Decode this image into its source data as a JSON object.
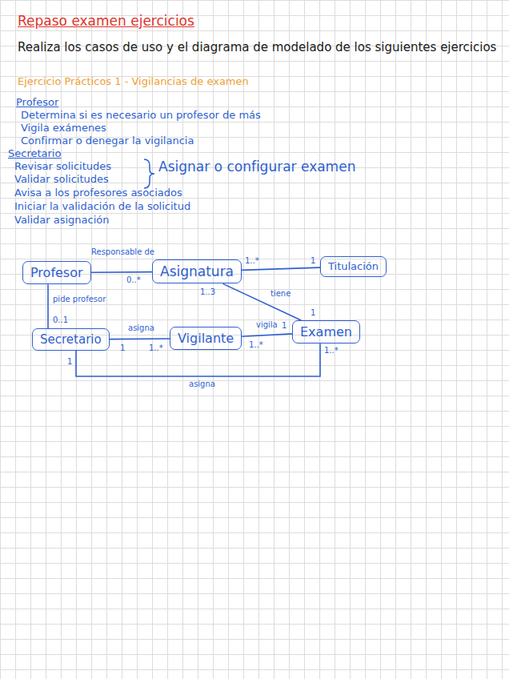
{
  "diagram": {
    "title": "Repaso examen ejercicios",
    "nodes": [
      {
        "text": [
          "Profesor"
        ]
      },
      {
        "text": [
          "Asignatura"
        ]
      },
      {
        "text": [
          "Titulación"
        ]
      },
      {
        "text": [
          "Secretario"
        ]
      },
      {
        "text": [
          "Vigilante"
        ]
      },
      {
        "text": [
          "Examen"
        ]
      }
    ],
    "edges": [
      {
        "from": 0,
        "to": 1,
        "label": "Responsable de",
        "arrow": "none"
      },
      {
        "from": 1,
        "to": 2,
        "arrow": "none"
      },
      {
        "from": 1,
        "to": 5,
        "label": "tiene",
        "arrow": "none"
      },
      {
        "from": 0,
        "to": 3,
        "label": "pide profesor",
        "arrow": "none"
      },
      {
        "from": 3,
        "to": 4,
        "label": "asigna",
        "arrow": "none"
      },
      {
        "from": 4,
        "to": 5,
        "label": "vigila",
        "arrow": "none"
      },
      {
        "from": 3,
        "to": 5,
        "label": "asigna",
        "arrow": "none"
      }
    ],
    "labels": [
      "Realiza los casos de uso y el diagrama de modelado de los siguientes ejercicios",
      "Ejercicio Prácticos 1 - Vigilancias de examen",
      "Profesor",
      "Determina si es necesario un profesor de más",
      "Vigila exámenes",
      "Confirmar o denegar la vigilancia",
      "Secretario",
      "Revisar solicitudes",
      "Validar solicitudes",
      "Asignar o configurar examen",
      "Avisa a los profesores asociados",
      "Iniciar la validación de la solicitud",
      "Validar asignación",
      "0..*",
      "1..*",
      "1",
      "1..3",
      "1",
      "0..1",
      "1",
      "1..*",
      "1..*",
      "1",
      "1",
      "1..*"
    ]
  }
}
